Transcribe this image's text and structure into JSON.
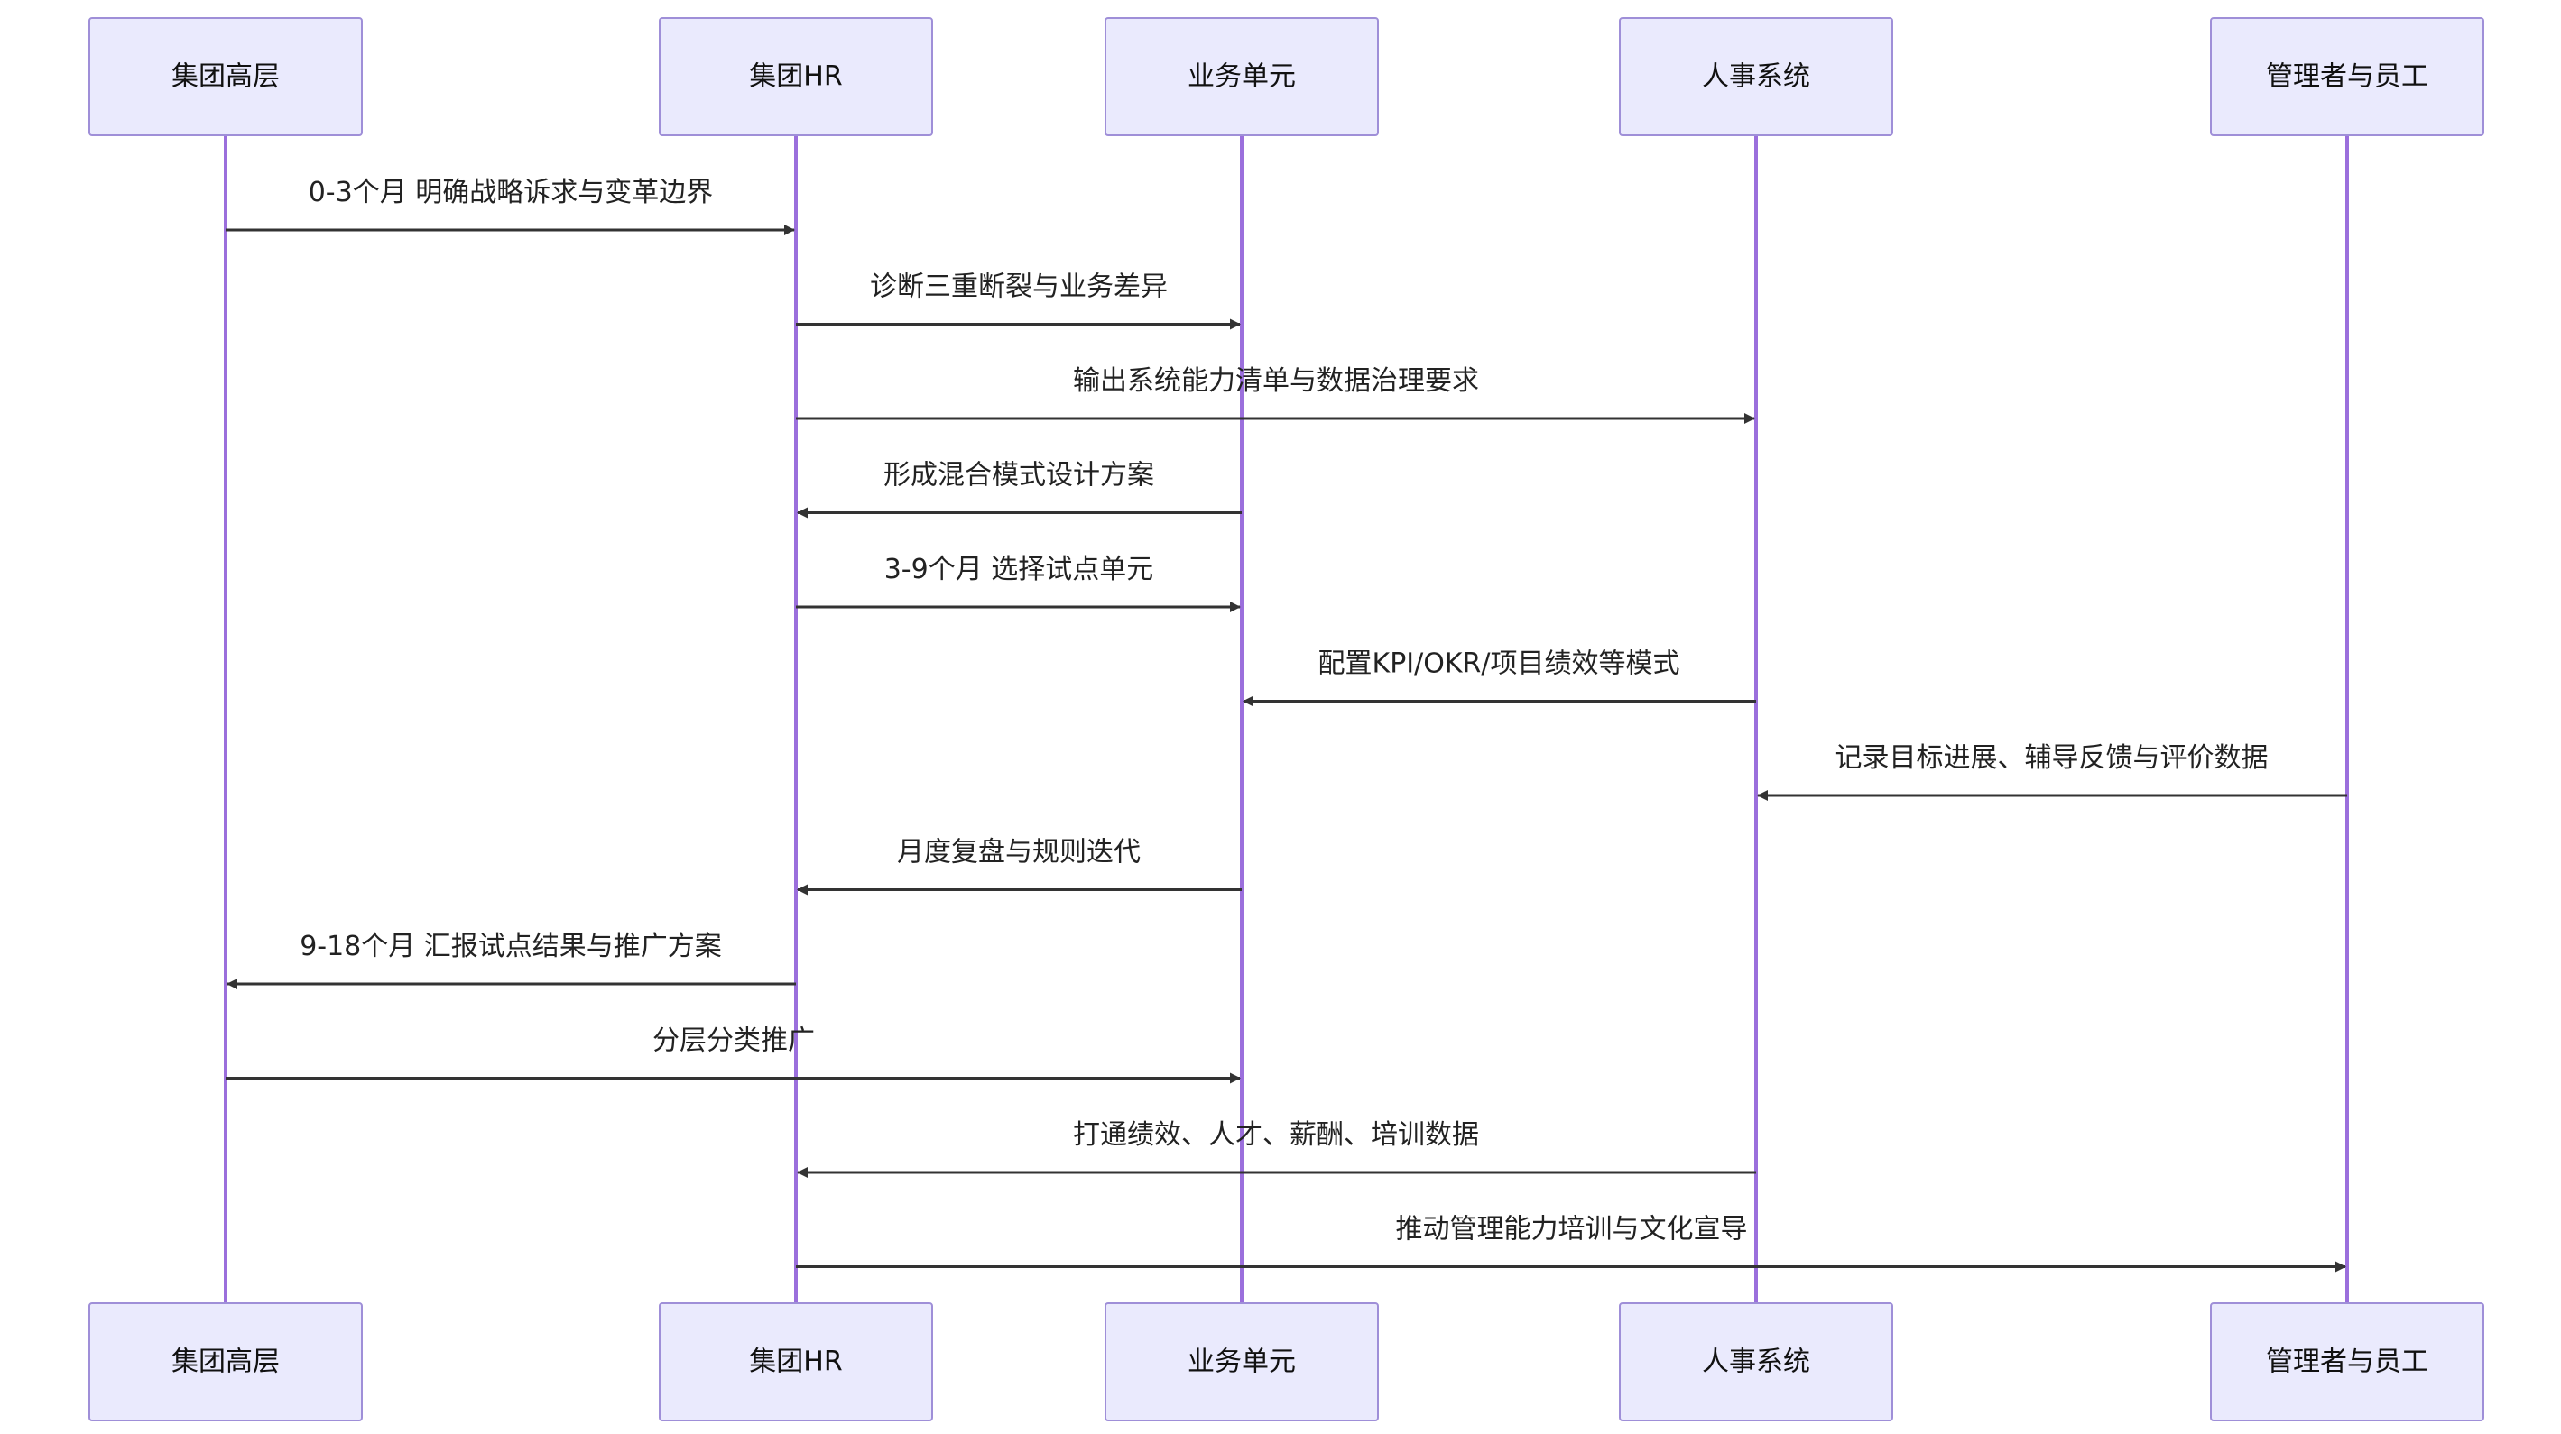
{
  "diagram": {
    "type": "sequence",
    "participants": [
      {
        "id": "exec",
        "label": "集团高层"
      },
      {
        "id": "hr",
        "label": "集团HR"
      },
      {
        "id": "bu",
        "label": "业务单元"
      },
      {
        "id": "sys",
        "label": "人事系统"
      },
      {
        "id": "mgr",
        "label": "管理者与员工"
      }
    ],
    "messages": [
      {
        "from": "exec",
        "to": "hr",
        "label": "0-3个月 明确战略诉求与变革边界"
      },
      {
        "from": "hr",
        "to": "bu",
        "label": "诊断三重断裂与业务差异"
      },
      {
        "from": "hr",
        "to": "sys",
        "label": "输出系统能力清单与数据治理要求"
      },
      {
        "from": "bu",
        "to": "hr",
        "label": "形成混合模式设计方案"
      },
      {
        "from": "hr",
        "to": "bu",
        "label": "3-9个月 选择试点单元"
      },
      {
        "from": "sys",
        "to": "bu",
        "label": "配置KPI/OKR/项目绩效等模式"
      },
      {
        "from": "mgr",
        "to": "sys",
        "label": "记录目标进展、辅导反馈与评价数据"
      },
      {
        "from": "bu",
        "to": "hr",
        "label": "月度复盘与规则迭代"
      },
      {
        "from": "hr",
        "to": "exec",
        "label": "9-18个月 汇报试点结果与推广方案"
      },
      {
        "from": "exec",
        "to": "bu",
        "label": "分层分类推广"
      },
      {
        "from": "sys",
        "to": "hr",
        "label": "打通绩效、人才、薪酬、培训数据"
      },
      {
        "from": "hr",
        "to": "mgr",
        "label": "推动管理能力培训与文化宣导"
      }
    ]
  },
  "colors": {
    "actor_fill": "#eaeafd",
    "actor_border": "#9f8fd8",
    "lifeline": "#9b6fdc",
    "message_line": "#333333",
    "text": "#222222"
  }
}
